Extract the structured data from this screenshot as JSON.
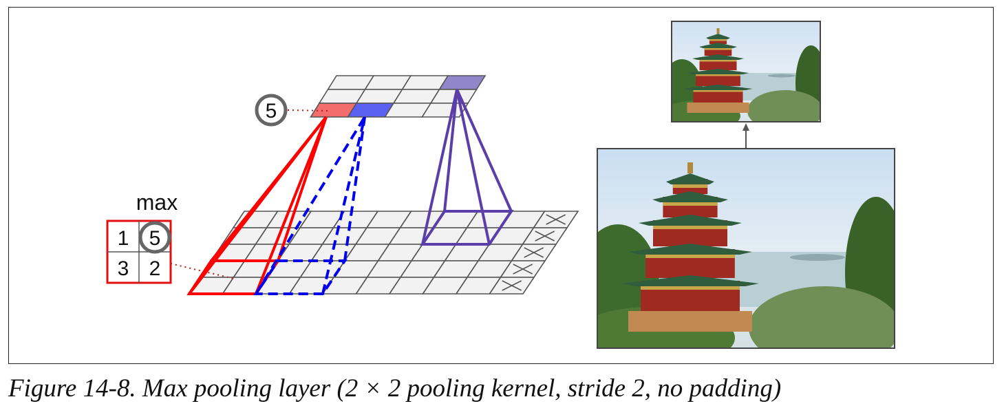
{
  "figure": {
    "caption": "Figure 14-8. Max pooling layer (2 × 2 pooling kernel, stride 2, no padding)",
    "max_label": "max",
    "kernel_values": [
      "1",
      "5",
      "3",
      "2"
    ],
    "output_value": "5",
    "pooled_output_grid": {
      "rows": 3,
      "cols": 4
    },
    "input_grid": {
      "rows": 5,
      "cols": 9,
      "padding_x_cells": 1
    },
    "colors": {
      "window1": "#ff0000",
      "window2": "#0000ee",
      "window3": "#5b3fa8",
      "cell1": "#f36d6d",
      "cell2": "#5c61f2",
      "cell3": "#9186c9",
      "grid_line": "#555555",
      "cell_fill": "#f2f2f2"
    }
  }
}
